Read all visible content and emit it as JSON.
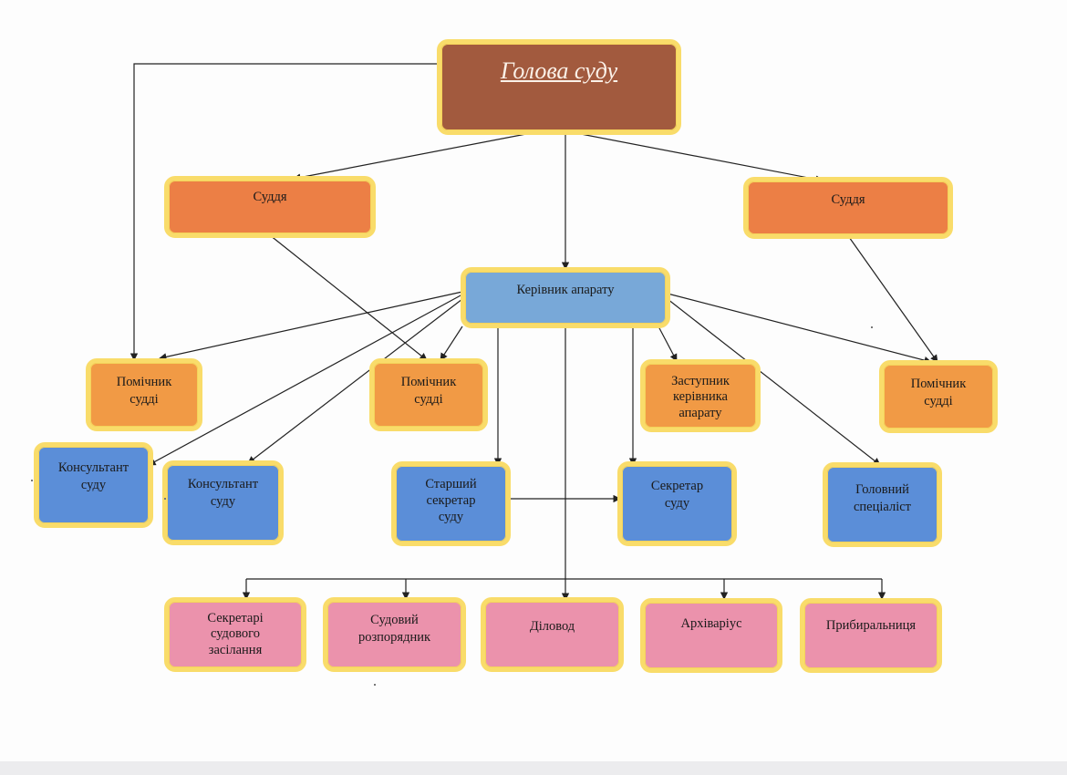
{
  "nodes": {
    "head": "Голова суду",
    "judge_left": "Суддя",
    "judge_right": "Суддя",
    "chief_of_staff": "Керівник апарату",
    "assistant_1": "Помічник\nсудді",
    "assistant_2": "Помічник\nсудді",
    "deputy": "Заступник\nкерівника\nапарату",
    "assistant_3": "Помічник\nсудді",
    "consultant_1": "Консультант\nсуду",
    "consultant_2": "Консультант\nсуду",
    "senior_secretary": "Старший\nсекретар\nсуду",
    "secretary": "Секретар\nсуду",
    "chief_specialist": "Головний\nспеціаліст",
    "session_secretaries": "Секретарі\nсудового\nзасілання",
    "court_administrator": "Судовий\nрозпорядник",
    "clerk": "Діловод",
    "archivist": "Архіваріус",
    "cleaner": "Прибиральниця"
  },
  "colors": {
    "head": "#a25a3e",
    "judge": "#ec7f45",
    "assistant": "#f19a45",
    "chief_of_staff": "#78a8d8",
    "staff": "#5b8ed8",
    "support": "#eb92ac",
    "border": "#f9dc6a"
  }
}
